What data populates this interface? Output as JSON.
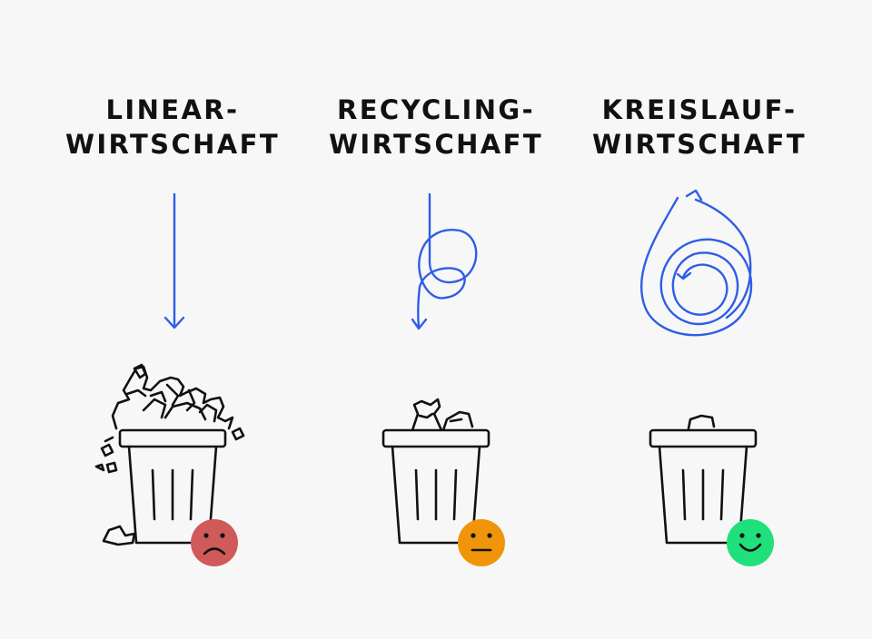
{
  "columns": [
    {
      "id": "linear",
      "title_line1": "LINEAR-",
      "title_line2": "WIRTSCHAFT",
      "flow_type": "straight-arrow",
      "fill_level": "overflowing",
      "rating": "sad-face-icon",
      "rating_color": "#d05a5a"
    },
    {
      "id": "recycling",
      "title_line1": "RECYCLING-",
      "title_line2": "WIRTSCHAFT",
      "flow_type": "looped-arrow",
      "fill_level": "partial",
      "rating": "neutral-face-icon",
      "rating_color": "#f0940a"
    },
    {
      "id": "kreislauf",
      "title_line1": "KREISLAUF-",
      "title_line2": "WIRTSCHAFT",
      "flow_type": "spiral-arrow",
      "fill_level": "almost-empty",
      "rating": "happy-face-icon",
      "rating_color": "#1fe07a"
    }
  ],
  "colors": {
    "background": "#f7f7f7",
    "text": "#111111",
    "arrow": "#2f5de6",
    "line": "#111111"
  }
}
